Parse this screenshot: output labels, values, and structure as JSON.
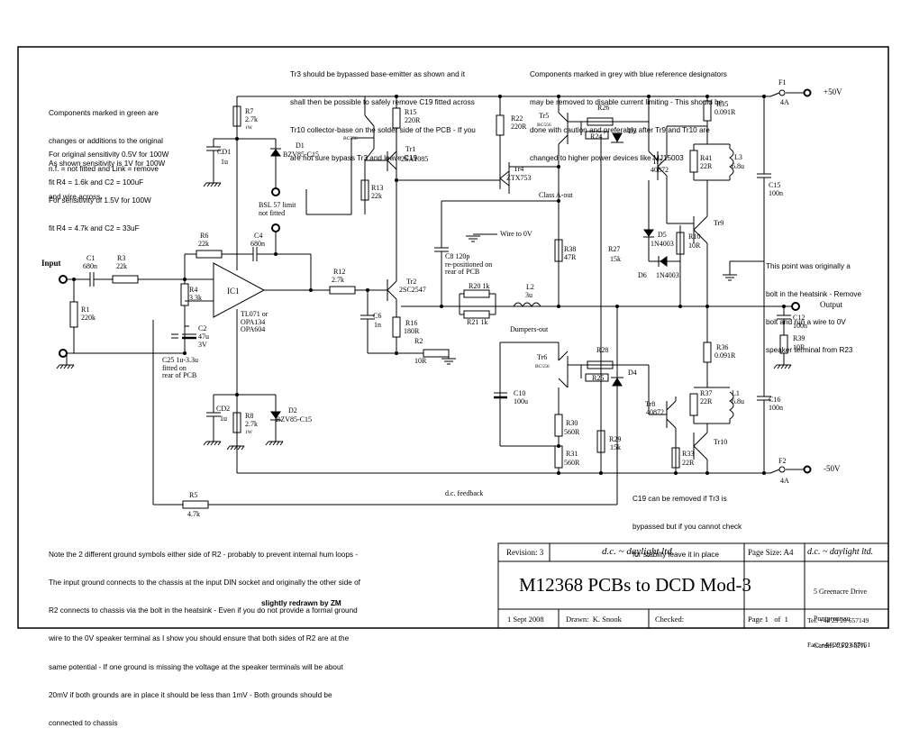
{
  "notes": {
    "top_bypass": [
      "Tr3 should be bypassed base-emitter as shown and it",
      "shall then be possible to safely remove C19 fitted across",
      "Tr10 collector-base on the solder side of the PCB - If you",
      "are not sure bypass Tr3 and leave C19"
    ],
    "grey_components": [
      "Components marked in grey with blue reference designators",
      "may be removed to disable current limiting - This should be",
      "done with caution and preferably after Tr9 and Tr10 are",
      "changed to higher power devices like MJ15003"
    ],
    "green_components": [
      "Components marked in green are",
      "changes or additions to the original",
      "n.f. = not fitted and Link = remove",
      "and wire across."
    ],
    "sens_05": [
      "For original sensitivity 0.5V for 100W",
      "fit R4 = 1.6k and C2 = 100uF"
    ],
    "sens_1": "As shown sensitivity is 1V for 100W",
    "sens_15": [
      "For sensitivity of 1.5V for 100W",
      "fit R4 = 4.7k and C2 = 33uF"
    ],
    "heatsink": [
      "This point was originally a",
      "bolt in the heatsink - Remove",
      "bolt and run a wire to 0V",
      "speaker terminal from R23"
    ],
    "c19": [
      "C19 can be removed if Tr3 is",
      "bypassed but if you cannot check",
      "for stabilty leave it in place"
    ],
    "ground": [
      "Note the 2 different ground symbols either side of R2 - probably to prevent internal hum loops -",
      "The input ground connects to the chassis at the input DIN socket and originally the other side of",
      "R2 connects to chassis via the bolt in the heatsink - Even if you do not provide a formal ground",
      "wire to the 0V speaker terminal as I show you should ensure that both sides of R2 are at the",
      "same potential - If one ground is missing the voltage at the speaker terminals will be about",
      "20mV if both grounds are in place it should be less than 1mV - Both grounds should be",
      "connected to chassis"
    ],
    "redrawn": "slightly redrawn by ZM"
  },
  "labels": {
    "input": "Input",
    "output": "Output",
    "plus50": "+50V",
    "minus50": "-50V",
    "F1": "F1",
    "F1v": "4A",
    "F2": "F2",
    "F2v": "4A",
    "C1": "C1",
    "C1v": "680n",
    "R3": "R3",
    "R3v": "22k",
    "R1": "R1",
    "R1v": "220k",
    "R6": "R6",
    "R6v": "22k",
    "C4": "C4",
    "C4v": "680n",
    "R4": "R4",
    "R4v": "3.3k",
    "IC1": "IC1",
    "IC1v": "TL071 or\nOPA134\nOPA604",
    "C2": "C2",
    "C2v": "47u\n3V",
    "C25": "C25 1u-3.3u\nfitted on\nrear of PCB",
    "R7": "R7",
    "R7v": "2.7k",
    "R7w": "1W",
    "CD1": "CD1",
    "CD1v": "1u",
    "D1": "D1",
    "D1v": "BZV85-C15",
    "BSL": "BSL 57 limit\nnot fitted",
    "BC556a": "BC556",
    "Tr1": "Tr1",
    "Tr1v": "2SA1085",
    "R15": "R15",
    "R15v": "220R",
    "R13": "R13",
    "R13v": "22k",
    "R12": "R12",
    "R12v": "2.7k",
    "C6": "C6",
    "C6v": "1n",
    "Tr2": "Tr2",
    "Tr2v": "2SC2547",
    "R16": "R16",
    "R16v": "180R",
    "R2": "R2",
    "R2v": "10R",
    "CD2": "CD2",
    "CD2v": "1u",
    "R8": "R8",
    "R8v": "2.7k",
    "R8w": "1W",
    "D2": "D2",
    "D2v": "BZV85-C15",
    "R5": "R5",
    "R5v": "4.7k",
    "dcfb": "d.c. feedback",
    "R22": "R22",
    "R22v": "220R",
    "Tr4": "Tr4",
    "Tr4v": "ZTX753",
    "classA": "Class A-out",
    "wire0v": "Wire to 0V",
    "C8": "C8 120p\nre-positioned on\nrear of PCB",
    "R38": "R38",
    "R38v": "47R",
    "R27": "R27",
    "R27v": "15k",
    "R20": "R20 1k",
    "R21": "R21 1k",
    "L2": "L2",
    "L2v": "3u",
    "Tr5": "Tr5",
    "BC556b": "BC556",
    "R26": "R26",
    "R24": "R24",
    "D3": "D3",
    "Tr7": "Tr7",
    "Tr7v": "40872",
    "R35": "R35",
    "R35v": "0.091R",
    "R41": "R41",
    "R41v": "22R",
    "L3": "L3",
    "L3v": "6.8u",
    "C15": "C15",
    "C15v": "100n",
    "D5": "D5",
    "D5v": "1N4003",
    "R10": "R10",
    "R10v": "10R",
    "Tr9": "Tr9",
    "D6": "D6",
    "D6v": "1N4003",
    "C12": "C12",
    "C12v": "100n",
    "R39": "R39",
    "R39v": "10R",
    "dumpers": "Dumpers-out",
    "Tr6": "Tr6",
    "BC556c": "BC556",
    "R28": "R28",
    "R25": "R25",
    "D4": "D4",
    "C10": "C10",
    "C10v": "100u",
    "R30": "R30",
    "R30v": "560R",
    "R31": "R31",
    "R31v": "560R",
    "R29": "R29",
    "R29v": "15k",
    "Tr8": "Tr8",
    "Tr8v": "40872",
    "R36": "R36",
    "R36v": "0.091R",
    "R37": "R37",
    "R37v": "22R",
    "L1": "L1",
    "L1v": "6.8u",
    "C16": "C16",
    "C16v": "100n",
    "R33": "R33",
    "R33v": "22R",
    "Tr10": "Tr10"
  },
  "title_block": {
    "revision_label": "Revision:",
    "revision": "3",
    "company": "d.c. ~ daylight ltd.",
    "page_size_label": "Page Size:",
    "page_size": "A4",
    "company_right": "d.c. ~ daylight ltd.",
    "title": "M12368 PCBs to DCD Mod-3",
    "address": [
      "5 Greenacre Drive",
      "Pontprennau",
      "Cardiff CF23 8PA"
    ],
    "tel": "Tel: +44 29 20 657149",
    "fax": "Fax: +44 29 20 657151",
    "date": "1 Sept 2008",
    "drawn_label": "Drawn:",
    "drawn_by": "K. Snook",
    "checked_label": "Checked:",
    "page_label": "Page",
    "page": "1",
    "of_label": "of",
    "pages": "1"
  }
}
